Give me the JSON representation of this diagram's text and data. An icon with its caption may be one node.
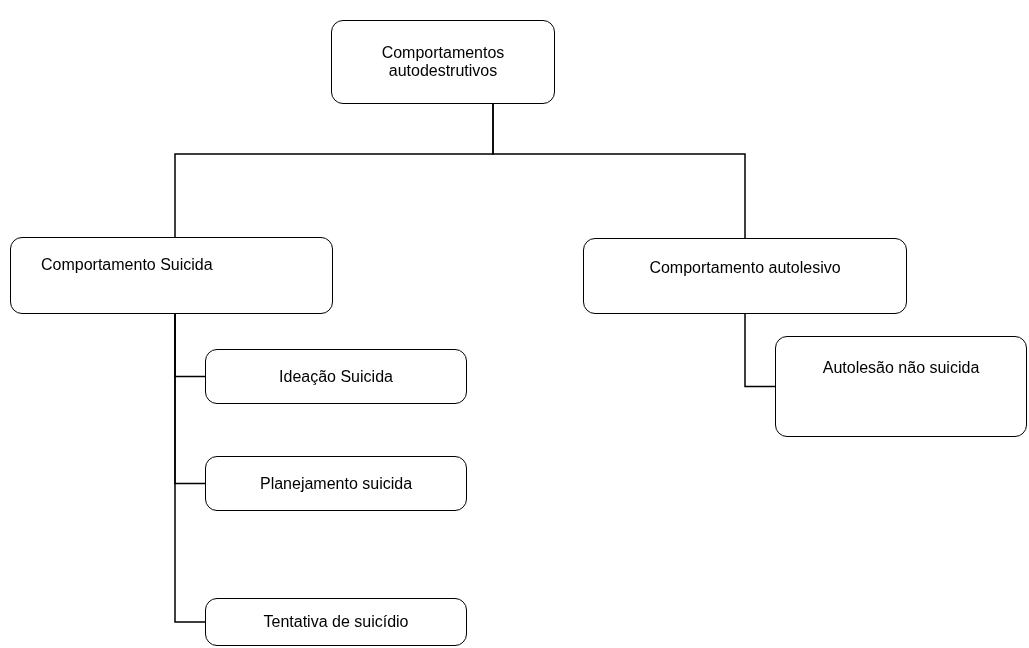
{
  "diagram": {
    "nodes": [
      {
        "text": [
          "Comportamentos autodestrutivos"
        ]
      },
      {
        "text": [
          "Comportamento Suicida"
        ]
      },
      {
        "text": [
          "Comportamento autolesivo"
        ]
      },
      {
        "text": [
          "Ideação Suicida"
        ]
      },
      {
        "text": [
          "Planejamento suicida"
        ]
      },
      {
        "text": [
          "Tentativa de suicídio"
        ]
      },
      {
        "text": [
          "Autolesão não suicida"
        ]
      }
    ],
    "edges": [
      {
        "from": 0,
        "to": 1,
        "arrow": "none"
      },
      {
        "from": 0,
        "to": 2,
        "arrow": "none"
      },
      {
        "from": 1,
        "to": 3,
        "arrow": "none"
      },
      {
        "from": 1,
        "to": 4,
        "arrow": "none"
      },
      {
        "from": 1,
        "to": 5,
        "arrow": "none"
      },
      {
        "from": 2,
        "to": 6,
        "arrow": "none"
      }
    ]
  }
}
